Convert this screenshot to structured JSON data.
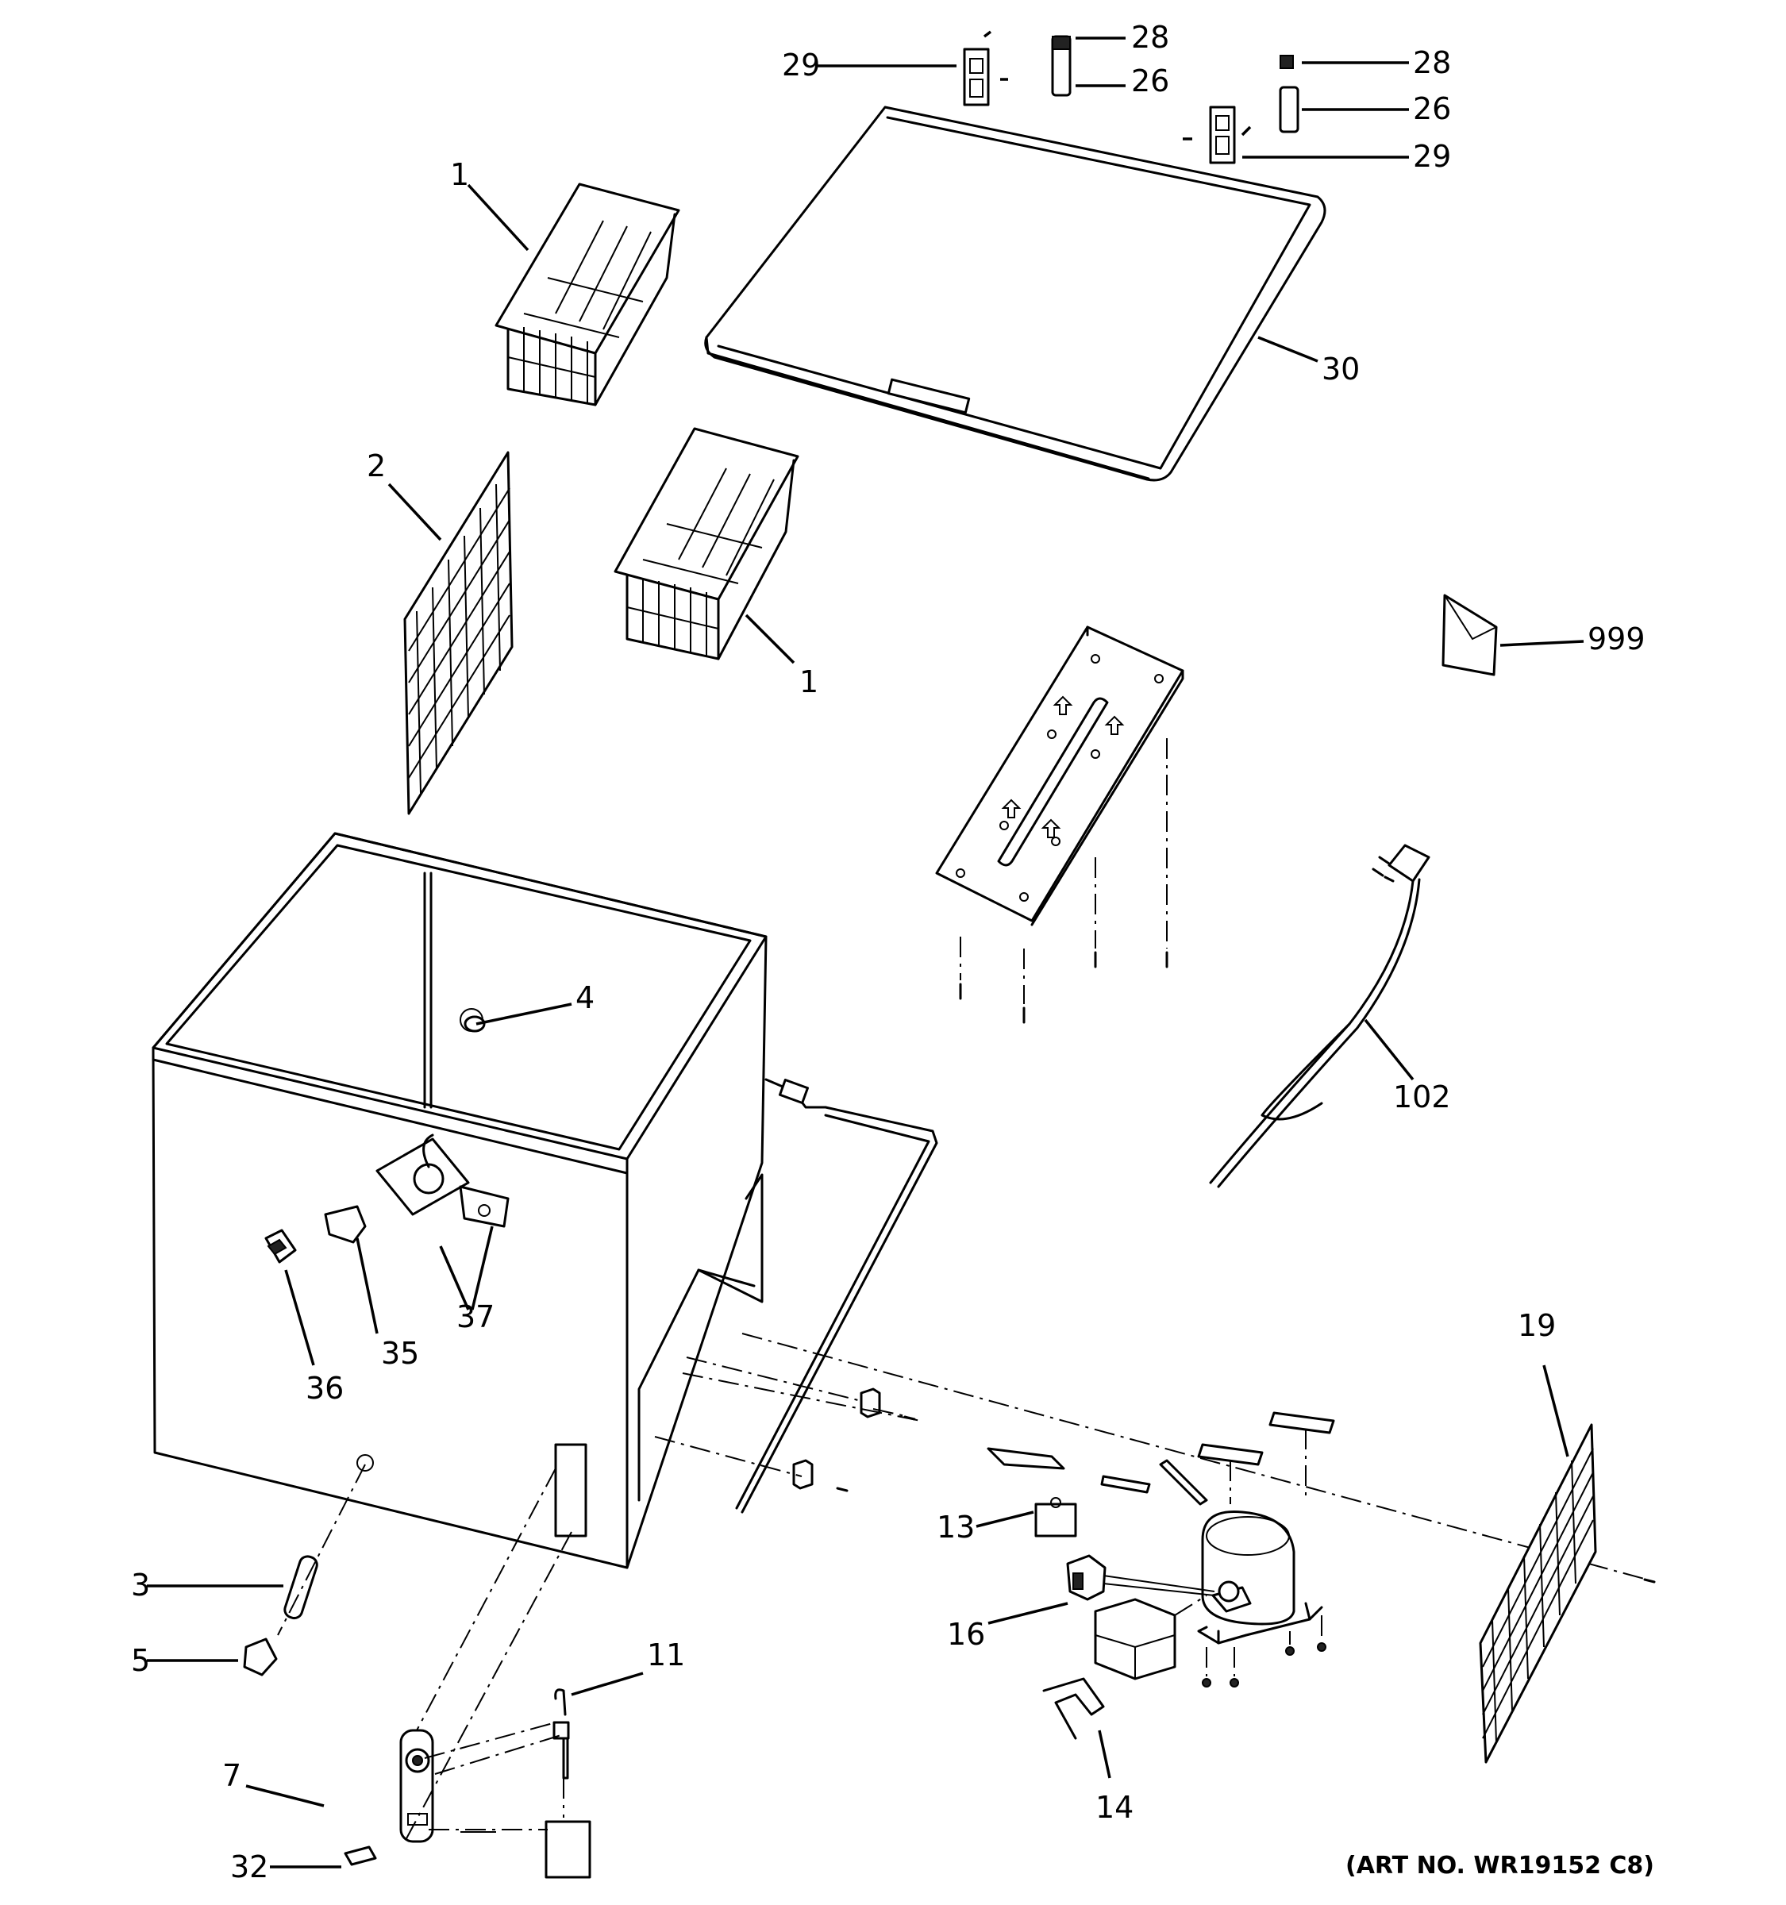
{
  "diagram": {
    "art_number": "(ART NO. WR19152 C8)",
    "callouts": {
      "c1a": "1",
      "c1b": "1",
      "c2": "2",
      "c3": "3",
      "c4": "4",
      "c5": "5",
      "c7": "7",
      "c11": "11",
      "c13": "13",
      "c14": "14",
      "c16": "16",
      "c19": "19",
      "c26a": "26",
      "c26b": "26",
      "c28a": "28",
      "c28b": "28",
      "c29a": "29",
      "c29b": "29",
      "c30": "30",
      "c32": "32",
      "c35": "35",
      "c36": "36",
      "c37": "37",
      "c102": "102",
      "c999": "999"
    }
  }
}
